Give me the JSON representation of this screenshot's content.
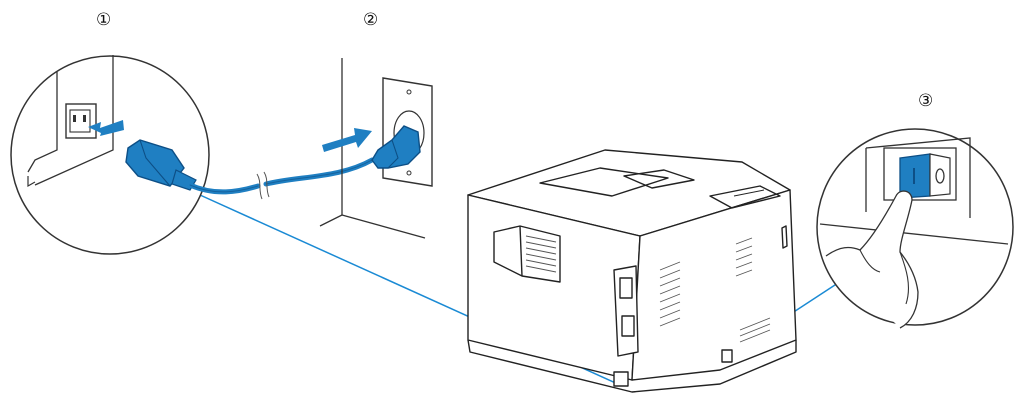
{
  "steps": [
    {
      "number": "①"
    },
    {
      "number": "②"
    },
    {
      "number": "③"
    }
  ],
  "colors": {
    "cable_blue": "#1f7fc2",
    "cable_blue_dark": "#0d4f86",
    "outline": "#222222",
    "callout_line": "#1a8ad4"
  },
  "icons": [
    "power-cord-icon",
    "wall-outlet-icon",
    "printer-icon",
    "power-switch-icon",
    "hand-icon",
    "arrow-icon"
  ]
}
